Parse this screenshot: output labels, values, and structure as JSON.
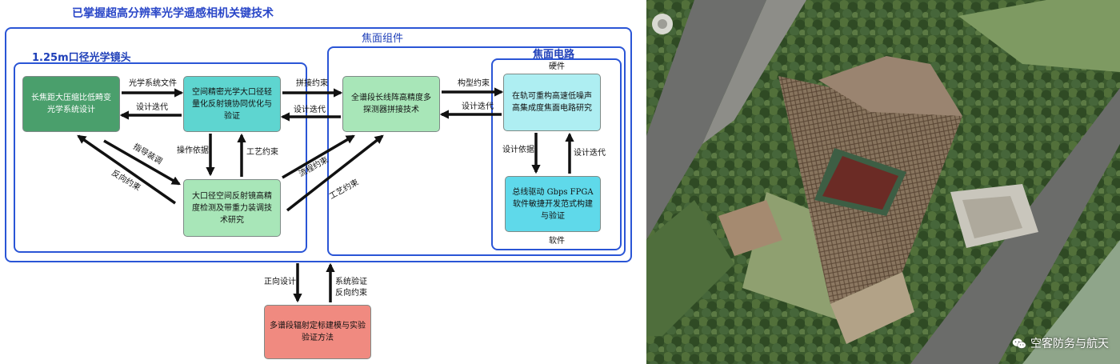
{
  "diagram": {
    "title": "已掌握超高分辨率光学遥感相机关键技术",
    "groups": {
      "lens": "1.25m口径光学镜头",
      "focal_plane": "焦面组件",
      "focal_circuit": "焦面电路",
      "hardware": "硬件",
      "software": "软件"
    },
    "nodes": {
      "optical_design": "长焦距大压缩比低畸变光学系统设计",
      "mirror_optimization": "空间精密光学大口径轻量化反射镜协同优化与验证",
      "mirror_testing": "大口径空间反射镜高精度检测及带重力装调技术研究",
      "detector_stitching": "全谱段长线阵高精度多探测器拼接技术",
      "circuit_research": "在轨可重构高速低噪声高集成度焦面电路研究",
      "fpga_software": "总线驱动 Gbps FPGA软件敏捷开发范式构建与验证",
      "calibration": "多谱段辐射定标建模与实验验证方法"
    },
    "edges": {
      "optical_system_file": "光学系统文件",
      "design_iteration_1": "设计迭代",
      "stitching_constraint": "拼接约束",
      "design_iteration_2": "设计迭代",
      "configuration_constraint": "构型约束",
      "design_iteration_3": "设计迭代",
      "operation_basis": "操作依据",
      "process_constraint_1": "工艺约束",
      "guide_assembly": "指导装调",
      "reverse_constraint_1": "反向约束",
      "process_constraint_2": "流程约束",
      "process_constraint_3": "工艺约束",
      "design_basis": "设计依据",
      "design_iteration_4": "设计迭代",
      "forward_design": "正向设计",
      "system_validation": "系统验证",
      "reverse_constraint_2": "反向约束"
    }
  },
  "photo": {
    "watermark": "空客防务与航天",
    "wechat_icon": "wechat-icon"
  },
  "colors": {
    "frame_blue": "#2a55d6",
    "title_blue": "#2a47c8",
    "dark_green": "#4a9f6c",
    "cyan": "#5ed5d0",
    "light_green": "#a8e6b8",
    "light_cyan": "#aeeef2",
    "bright_cyan": "#5fd9ea",
    "salmon": "#f08a80"
  }
}
